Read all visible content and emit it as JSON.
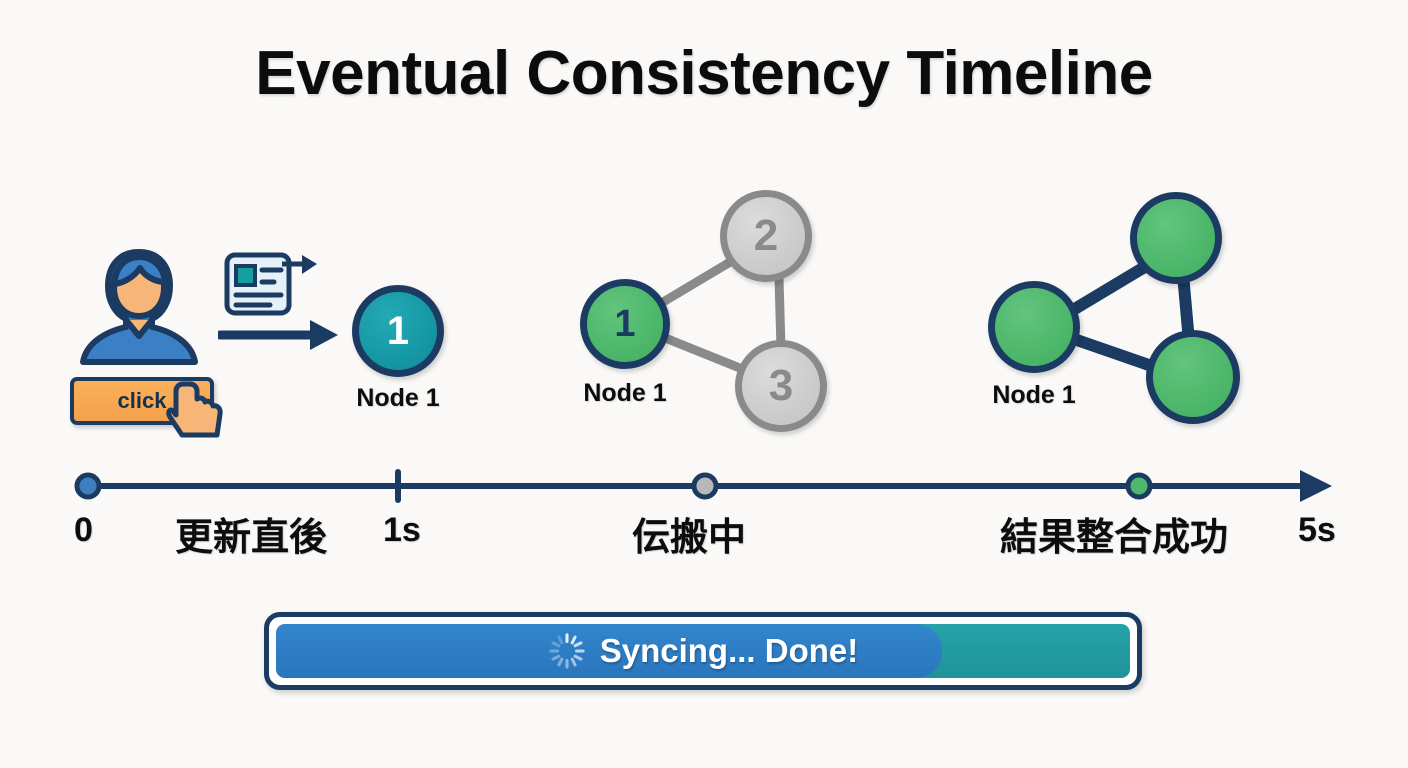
{
  "page": {
    "title": "Eventual Consistency Timeline",
    "background_color": "#faf9f7"
  },
  "colors": {
    "navy": "#1b3b63",
    "teal": "#169aa6",
    "green": "#4eb86c",
    "gray": "#cdcdcd",
    "gray_border": "#8a8a8a",
    "orange": "#f4a14a",
    "progress_blue": "#2a76bd",
    "progress_teal": "#1f9399",
    "text_black": "#0d0d0d"
  },
  "stages": [
    {
      "id": "stage-update",
      "user_icon": "user-avatar-icon",
      "click_button_label": "click",
      "cursor_icon": "hand-pointer-icon",
      "document_icon": "document-send-icon",
      "arrow_icon": "arrow-right-icon",
      "node_label": "Node 1",
      "nodes": [
        {
          "number": "1",
          "state": "updated",
          "color": "#169aa6"
        }
      ]
    },
    {
      "id": "stage-propagating",
      "node_label": "Node 1",
      "nodes": [
        {
          "number": "1",
          "state": "synced",
          "color": "#4eb86c"
        },
        {
          "number": "2",
          "state": "stale",
          "color": "#cdcdcd"
        },
        {
          "number": "3",
          "state": "stale",
          "color": "#cdcdcd"
        }
      ],
      "edge_color": "#8a8a8a"
    },
    {
      "id": "stage-consistent",
      "node_label": "Node 1",
      "nodes": [
        {
          "number": "",
          "state": "synced",
          "color": "#4eb86c"
        },
        {
          "number": "",
          "state": "synced",
          "color": "#4eb86c"
        },
        {
          "number": "",
          "state": "synced",
          "color": "#4eb86c"
        }
      ],
      "edge_color": "#1b3b63"
    }
  ],
  "timeline": {
    "axis_color": "#1b3b63",
    "start_label": "0",
    "end_label": "5s",
    "markers": [
      {
        "id": "marker-0",
        "label": "0",
        "kind": "dot",
        "color": "#3f7fbf"
      },
      {
        "id": "marker-1s",
        "label": "1s",
        "kind": "tick",
        "color": "#1b3b63"
      },
      {
        "id": "marker-propagating",
        "label": "",
        "kind": "dot",
        "color": "#b8b8b8"
      },
      {
        "id": "marker-consistent",
        "label": "",
        "kind": "dot",
        "color": "#4eb86c"
      }
    ],
    "labels": [
      {
        "id": "label-0",
        "text": "0"
      },
      {
        "id": "label-update",
        "text": "更新直後"
      },
      {
        "id": "label-1s",
        "text": "1s"
      },
      {
        "id": "label-propagating",
        "text": "伝搬中"
      },
      {
        "id": "label-consistent",
        "text": "結果整合成功"
      },
      {
        "id": "label-5s",
        "text": "5s"
      }
    ]
  },
  "progress": {
    "text": "Syncing... Done!",
    "spinner_icon": "loading-spinner-icon",
    "percent": 78,
    "fill_color": "#2a76bd",
    "remainder_color": "#1f9399"
  }
}
